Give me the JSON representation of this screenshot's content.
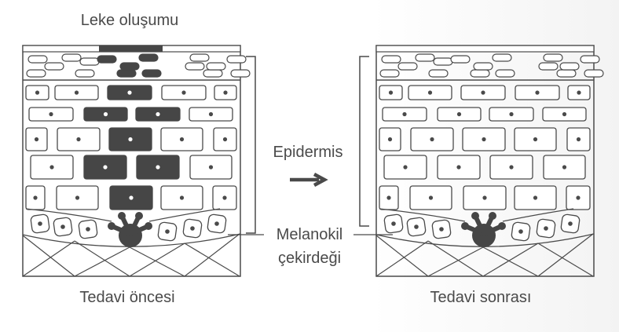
{
  "labels": {
    "title_before": "Leke oluşumu",
    "caption_before": "Tedavi öncesi",
    "caption_after": "Tedavi sonrası",
    "epidermis": "Epidermis",
    "melanocyte_line1": "Melanokil",
    "melanocyte_line2": "çekirdeği"
  },
  "colors": {
    "stroke": "#4a4a4a",
    "pigment": "#464646",
    "text": "#4a4a4a"
  },
  "panels": [
    {
      "name": "before",
      "pigmented": true
    },
    {
      "name": "after",
      "pigmented": false
    }
  ]
}
